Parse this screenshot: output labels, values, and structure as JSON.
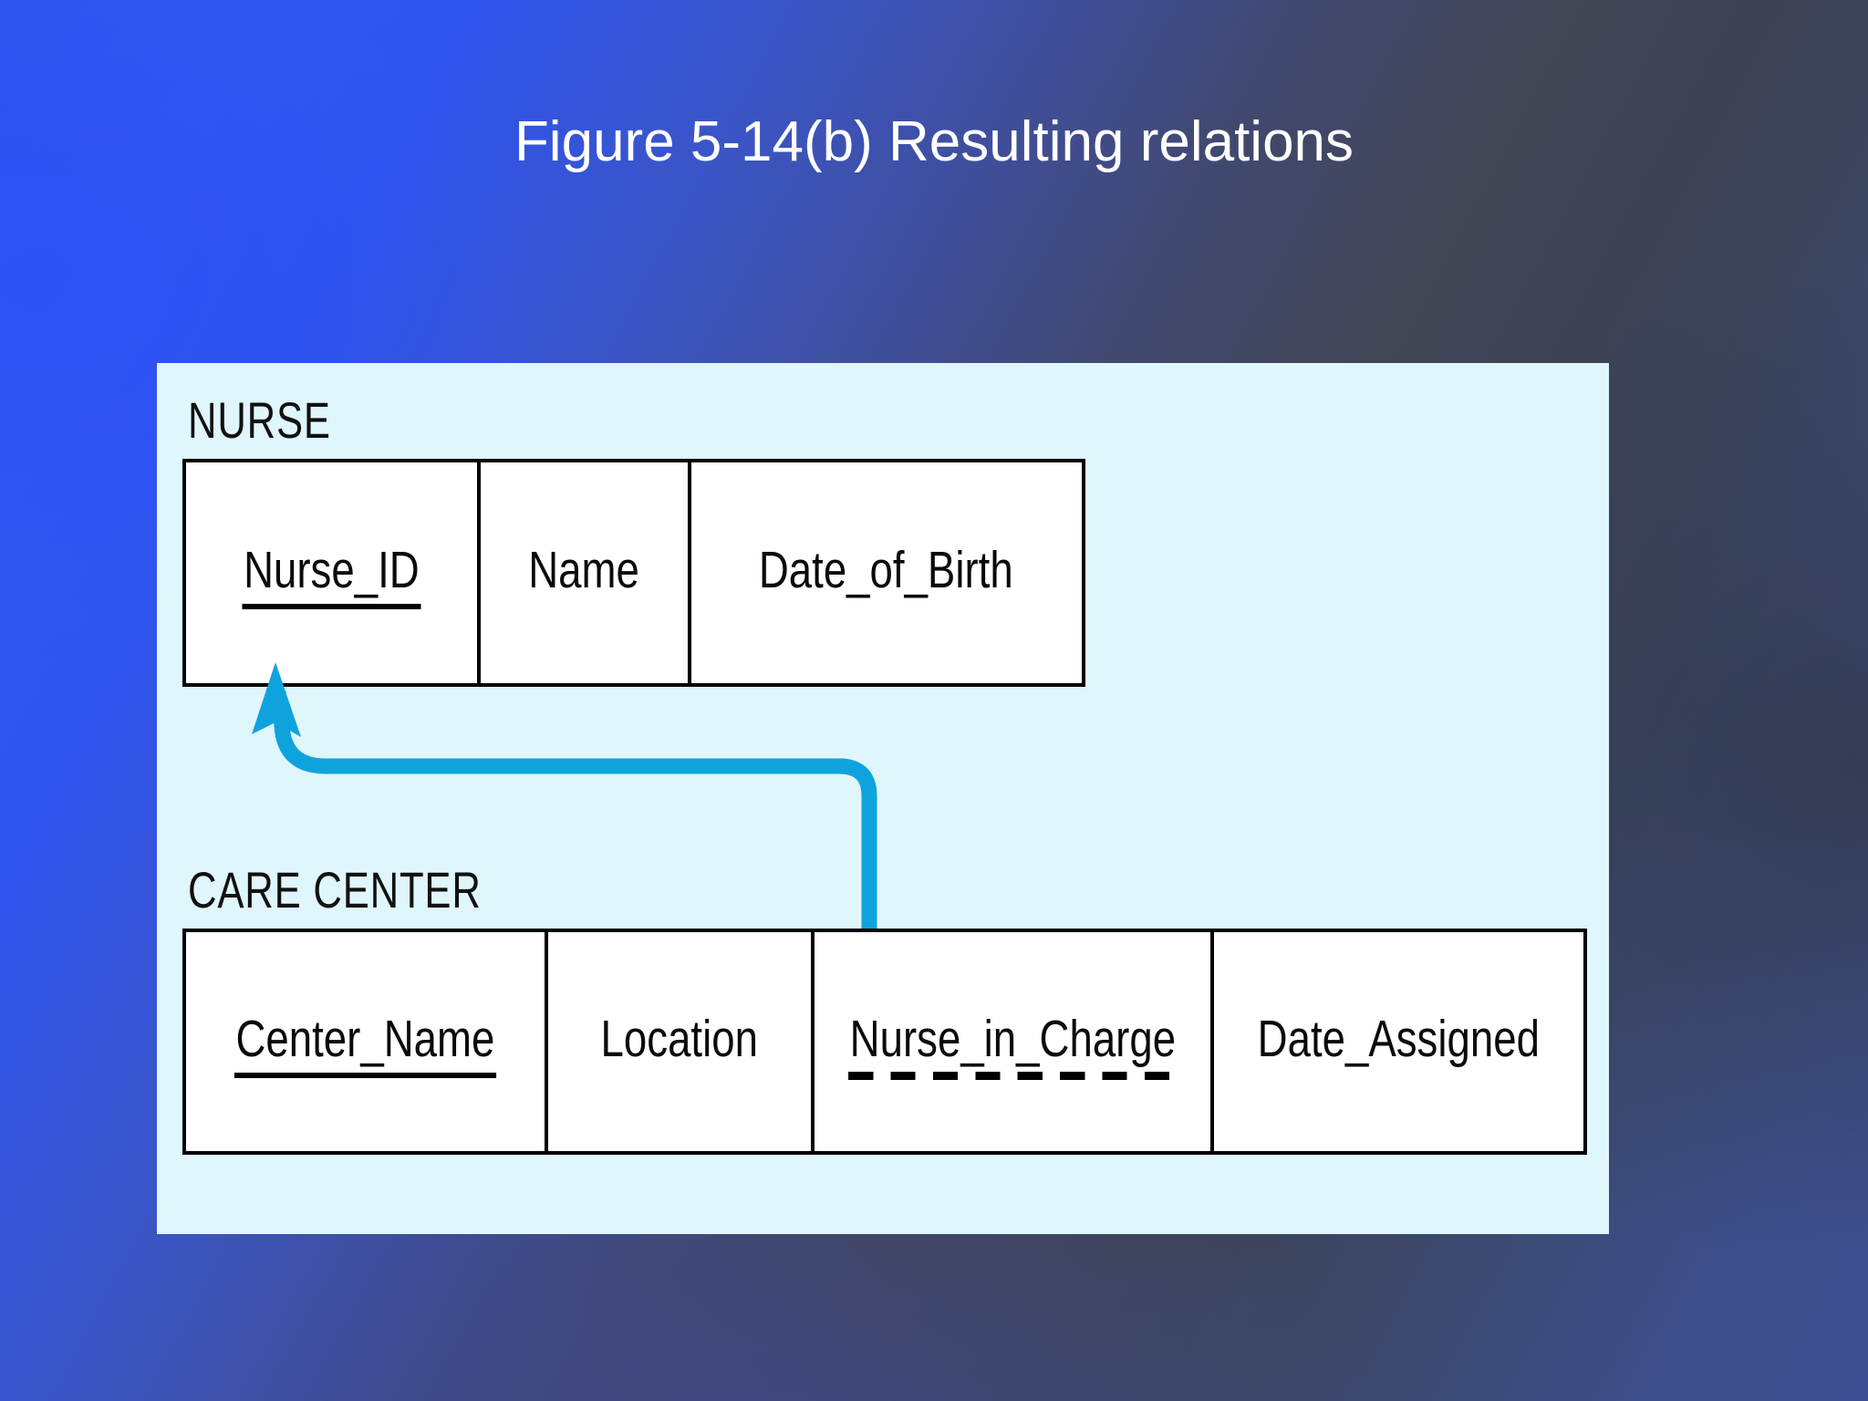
{
  "slide": {
    "title": "Figure 5-14(b) Resulting relations",
    "background_gradient_from": "#2f55ee",
    "background_gradient_to": "#3e4354",
    "title_color": "#ffffff"
  },
  "figure": {
    "panel_background": "#e0f6fd",
    "border_color": "#000000",
    "cell_background": "#ffffff",
    "relations": [
      {
        "name": "NURSE",
        "attributes": [
          {
            "label": "Nurse_ID",
            "key": "primary"
          },
          {
            "label": "Name",
            "key": "none"
          },
          {
            "label": "Date_of_Birth",
            "key": "none"
          }
        ]
      },
      {
        "name": "CARE CENTER",
        "attributes": [
          {
            "label": "Center_Name",
            "key": "primary"
          },
          {
            "label": "Location",
            "key": "none"
          },
          {
            "label": "Nurse_in_Charge",
            "key": "foreign"
          },
          {
            "label": "Date_Assigned",
            "key": "none"
          }
        ]
      }
    ],
    "relationship_arrow": {
      "color": "#0fa3dd",
      "from_attribute": "Nurse_in_Charge",
      "to_attribute": "Nurse_ID",
      "description": "foreign-key reference from CARE CENTER.Nurse_in_Charge to NURSE.Nurse_ID"
    }
  }
}
